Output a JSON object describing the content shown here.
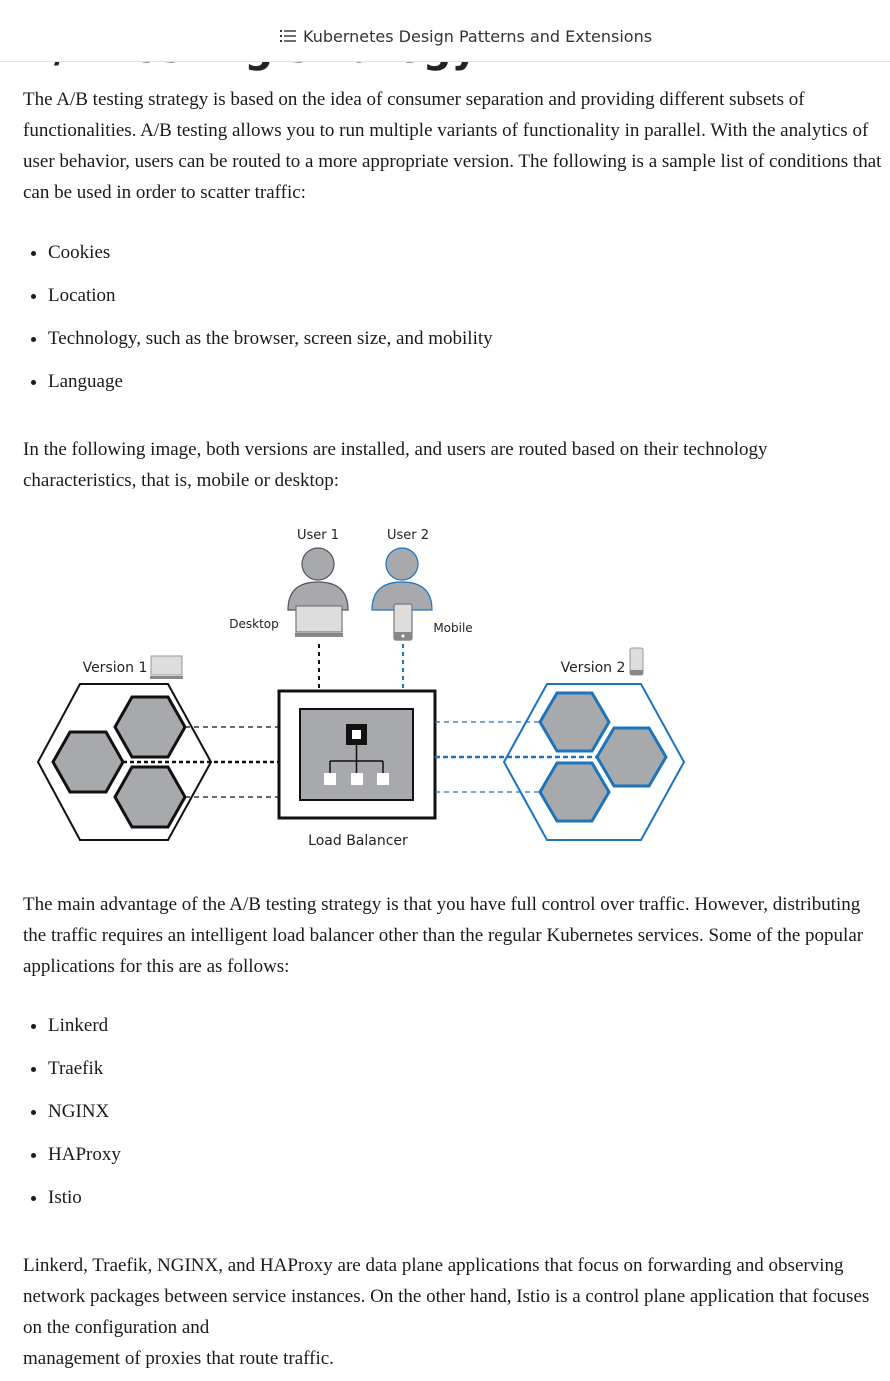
{
  "header": {
    "book_title": "Kubernetes Design Patterns and Extensions",
    "toc_icon": "list-icon"
  },
  "section_heading": "A/B testing strategy",
  "paragraphs": [
    "The A/B testing strategy is based on the idea of consumer separation and providing different subsets of functionalities. A/B testing allows you to run multiple variants of functionality in parallel. With the analytics of user behavior, users can be routed to a more appropriate version. The following is a sample list of conditions that can be used in order to scatter traffic:",
    "In the following image, both versions are installed, and users are routed based on their technology characteristics, that is, mobile or desktop:",
    "The main advantage of the A/B testing strategy is that you have full control over traffic. However, distributing the traffic requires an intelligent load balancer other than the regular Kubernetes services. Some of the popular applications for this are as follows:",
    "Linkerd, Traefik, NGINX, and HAProxy are data plane applications that focus on forwarding and observing network packages between service instances. On the other hand, Istio is a control plane application that focuses on the configuration and",
    "management of proxies that route traffic."
  ],
  "conditions_list": [
    "Cookies",
    "Location",
    "Technology, such as the browser, screen size, and mobility",
    "Language"
  ],
  "apps_list": [
    "Linkerd",
    "Traefik",
    "NGINX",
    "HAProxy",
    "Istio"
  ],
  "figure": {
    "user1": "User 1",
    "user2": "User 2",
    "desktop": "Desktop",
    "mobile": "Mobile",
    "version1": "Version 1",
    "version2": "Version 2",
    "load_balancer": "Load Balancer",
    "colors": {
      "version1_stroke": "#111111",
      "version2_stroke": "#1c75bc",
      "node_fill": "#a7a9ac",
      "user_fill": "#a7a9ac"
    }
  }
}
